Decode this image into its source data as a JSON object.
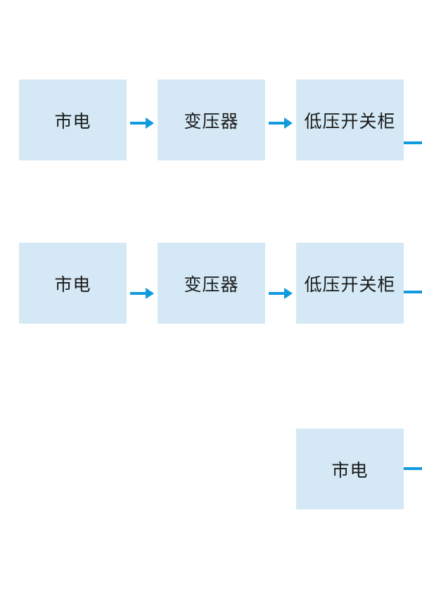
{
  "diagram": {
    "title": "power-supply-flow",
    "rows": [
      {
        "nodes": [
          {
            "label": "市电"
          },
          {
            "label": "变压器"
          },
          {
            "label": "低压开关柜"
          }
        ]
      },
      {
        "nodes": [
          {
            "label": "市电"
          },
          {
            "label": "变压器"
          },
          {
            "label": "低压开关柜"
          }
        ]
      },
      {
        "nodes": [
          {
            "label": "市电"
          }
        ]
      }
    ],
    "connectors": {
      "arrow_count": 4,
      "clipped_line_count": 3,
      "direction": "right"
    }
  },
  "colors": {
    "background": "#ffffff",
    "node_fill": "#d4e9f5",
    "arrow": "#119bdf",
    "text": "#1a1a1a"
  }
}
